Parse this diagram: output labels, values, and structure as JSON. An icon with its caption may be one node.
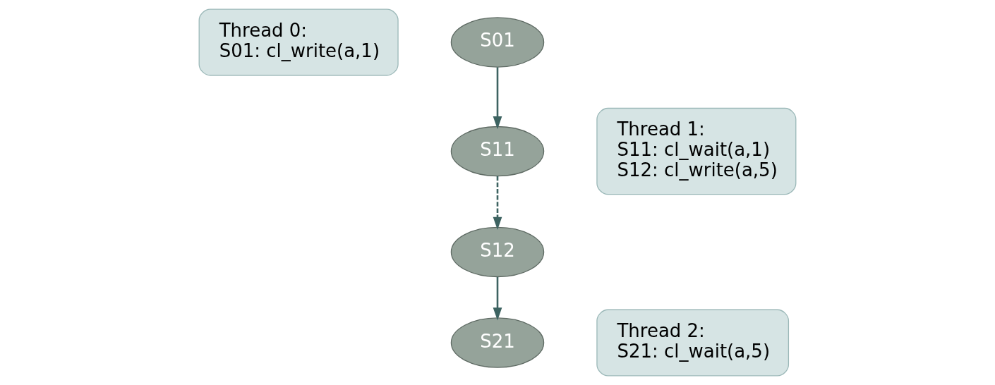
{
  "diagram": {
    "nodes": [
      {
        "text": [
          "Thread 0:",
          "S01: cl_write(a,1)"
        ]
      },
      {
        "text": [
          "S01"
        ]
      },
      {
        "text": [
          "Thread 1:",
          "S11: cl_wait(a,1)",
          "S12: cl_write(a,5)"
        ]
      },
      {
        "text": [
          "S11"
        ]
      },
      {
        "text": [
          "S12"
        ]
      },
      {
        "text": [
          "S21"
        ]
      },
      {
        "text": [
          "Thread 2:",
          "S21: cl_wait(a,5)"
        ]
      }
    ],
    "edges": [
      {
        "from": 1,
        "to": 3,
        "arrow": "to"
      },
      {
        "from": 3,
        "to": 4,
        "arrow": "to",
        "style": "dashed"
      },
      {
        "from": 4,
        "to": 5,
        "arrow": "to"
      }
    ]
  }
}
